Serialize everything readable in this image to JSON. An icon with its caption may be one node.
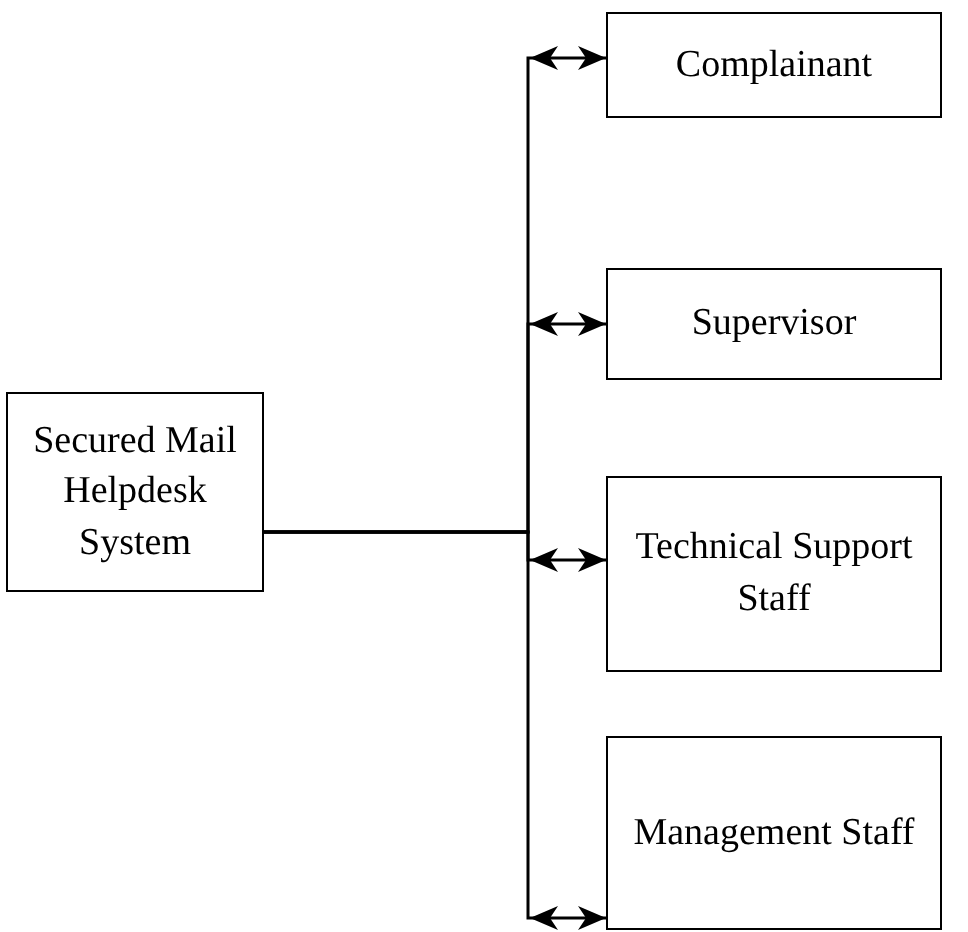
{
  "diagram": {
    "nodes": [
      {
        "text": [
          "Secured Mail Helpdesk System"
        ]
      },
      {
        "text": [
          "Complainant"
        ]
      },
      {
        "text": [
          "Supervisor"
        ]
      },
      {
        "text": [
          "Technical Support Staff"
        ]
      },
      {
        "text": [
          "Management Staff"
        ]
      }
    ],
    "edges": [
      {
        "from": 0,
        "to": 1,
        "arrow": "both"
      },
      {
        "from": 0,
        "to": 2,
        "arrow": "both"
      },
      {
        "from": 0,
        "to": 3,
        "arrow": "both"
      },
      {
        "from": 0,
        "to": 4,
        "arrow": "both"
      }
    ]
  }
}
